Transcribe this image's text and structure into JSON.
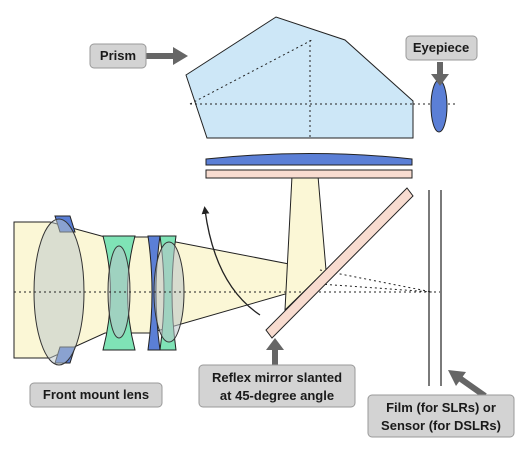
{
  "callouts": {
    "prism": {
      "label": "Prism"
    },
    "eyepiece": {
      "label": "Eyepiece"
    },
    "front_lens": {
      "label": "Front mount lens"
    },
    "mirror": {
      "line1": "Reflex mirror slanted",
      "line2": "at 45-degree angle"
    },
    "film": {
      "line1": "Film (for SLRs) or",
      "line2": "Sensor (for DSLRs)"
    }
  },
  "colors": {
    "prism_fill": "#cde7f7",
    "glass_blue": "#5b7fd6",
    "glass_green": "#7fe3b6",
    "lens_gray": "#b9c5c9",
    "light_beam": "#fbf7d6",
    "mirror_fill": "#f8dcd0",
    "callout_box": "#d3d3d3",
    "arrow": "#666666"
  }
}
